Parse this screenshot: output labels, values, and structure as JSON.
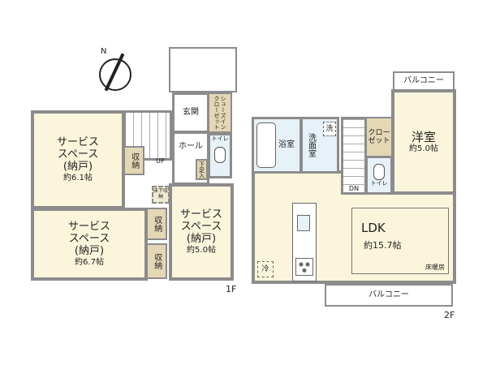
{
  "floor1": {
    "label": "1F",
    "rooms": [
      {
        "name": "サービス",
        "name2": "スペース",
        "name3": "(納戸)",
        "size": "約6.1帖"
      },
      {
        "name": "サービス",
        "name2": "スペース",
        "name3": "(納戸)",
        "size": "約6.7帖"
      },
      {
        "name": "サービス",
        "name2": "スペース",
        "name3": "(納戸)",
        "size": "約5.0帖"
      }
    ],
    "storage": "収納",
    "entrance": "玄関",
    "shoe_closet": "シューズインクローゼット",
    "hall": "ホール",
    "toilet": "トイレ",
    "shoe_box": "下足入",
    "underfloor": "床下収納",
    "up": "UP"
  },
  "floor2": {
    "label": "2F",
    "balcony": "バルコニー",
    "bath": "浴室",
    "washroom": "洗面室",
    "washer": "洗",
    "closet": "クローゼット",
    "western_room": "洋室",
    "western_size": "約5.0帖",
    "toilet": "トイレ",
    "dn": "DN",
    "ldk": "LDK",
    "ldk_size": "約15.7帖",
    "floor_heating": "床暖房",
    "fridge": "冷"
  },
  "compass": "N"
}
